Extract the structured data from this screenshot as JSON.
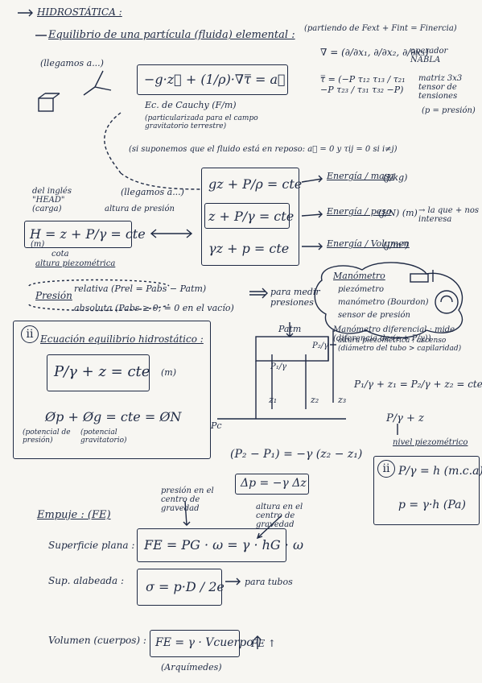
{
  "sections": {
    "hidrostatica": "HIDROSTÁTICA :",
    "equilibrio_title": "Equilibrio de una partícula (fluida) elemental :",
    "equilibrio_note": "(partiendo de Fext + Fint = Finercia)",
    "llegamos": "(llegamos a...)",
    "nabla_eq": "∇ = (∂/∂x₁, ∂/∂x₂, ∂/∂x₃)",
    "nabla_label": "operador NABLA",
    "tensor_eq": "τ̿ = (−P τ₁₂ τ₁₃ / τ₂₁ −P τ₂₃ / τ₃₁ τ₃₂ −P)",
    "tensor_label": "matriz 3x3 tensor de tensiones",
    "tensor_note": "(p = presión)",
    "cauchy_eq": "−g·z⃗ + (1/ρ)·∇τ̿ = a⃗",
    "cauchy_label": "Ec. de Cauchy (F/m)",
    "cauchy_note": "(particularizada para el campo gravitatorio terrestre)",
    "reposo_note": "(si suponemos que el fluido está en reposo: a⃗ = 0 y τij = 0 si i≠j)",
    "head_note": "del inglés \"HEAD\" (carga)",
    "llegamos2": "(llegamos a...)",
    "eq_masa": "gz + P/ρ = cte",
    "eq_masa_label": "Energía / masa",
    "eq_masa_units": "(J/kg)",
    "eq_peso": "z + P/γ = cte",
    "eq_peso_label": "Energía / peso",
    "eq_peso_units": "(J/N) (m)",
    "eq_peso_note": "→ la que + nos interesa",
    "eq_vol": "γz + p = cte",
    "eq_vol_label": "Energía / Volumen",
    "eq_vol_units": "(J/m³)",
    "altura_presion": "altura de presión",
    "H_eq": "H = z + P/γ = cte",
    "H_units": "(m)",
    "cota": "cota",
    "altura_piezometrica": "altura piezométrica",
    "presion_title": "Presión",
    "presion_rel": "relativa (Prel = Pabs − Patm)",
    "presion_abs": "absoluta (Pabs ≥ 0, = 0 en el vacío)",
    "para_medir": "para medir presiones",
    "manometro": "Manómetro",
    "manometro_items": [
      "piezómetro",
      "manómetro (Bourdon)",
      "sensor de presión"
    ],
    "manometro_dif": "Manómetro diferencial : mide (diferencia de (z + P/γ))",
    "ii_label": "ii",
    "equilibrio_hidro": "Ecuación equilibrio hidrostático :",
    "hidro_eq": "P/γ + z = cte",
    "hidro_units": "(m)",
    "phi_eq": "Øp + Øg = cte = ØN",
    "phi_p": "(potencial de presión)",
    "phi_g": "(potencial gravitatorio)",
    "patm": "Patm",
    "altura_piezo_note": "altura piezométrica : ascenso (diámetro del tubo > capilaridad)",
    "z_labels": [
      "z₁",
      "z₂",
      "z₃"
    ],
    "p_labels": [
      "P₁/γ",
      "P₂/γ"
    ],
    "pc": "Pc",
    "sum_eq": "P₁/γ + z₁ = P₂/γ + z₂ = cte",
    "nivel_eq": "P/γ + z",
    "nivel_label": "nivel piezométrico",
    "diff_eq": "(P₂ − P₁) = −γ (z₂ − z₁)",
    "dp_eq": "Δp = −γ Δz",
    "h_eq": "P/γ = h (m.c.a)",
    "p_eq": "p = γ·h (Pa)",
    "empuje_title": "Empuje : (FE)",
    "presion_centro": "presión en el centro de gravedad",
    "altura_centro": "altura en el centro de gravedad",
    "plana_label": "Superficie plana :",
    "plana_eq": "FE = PG · ω = γ · hG · ω",
    "alabeada_label": "Sup. alabeada :",
    "alabeada_eq": "σ = p·D / 2e",
    "tubos": "para tubos",
    "volumen_label": "Volumen (cuerpos) :",
    "volumen_eq": "FE = γ · Vcuerpo",
    "fe_arrow": "FE ↑",
    "arquimedes": "(Arquímedes)"
  },
  "colors": {
    "ink": "#1f2a44",
    "paper": "#f7f6f2"
  }
}
